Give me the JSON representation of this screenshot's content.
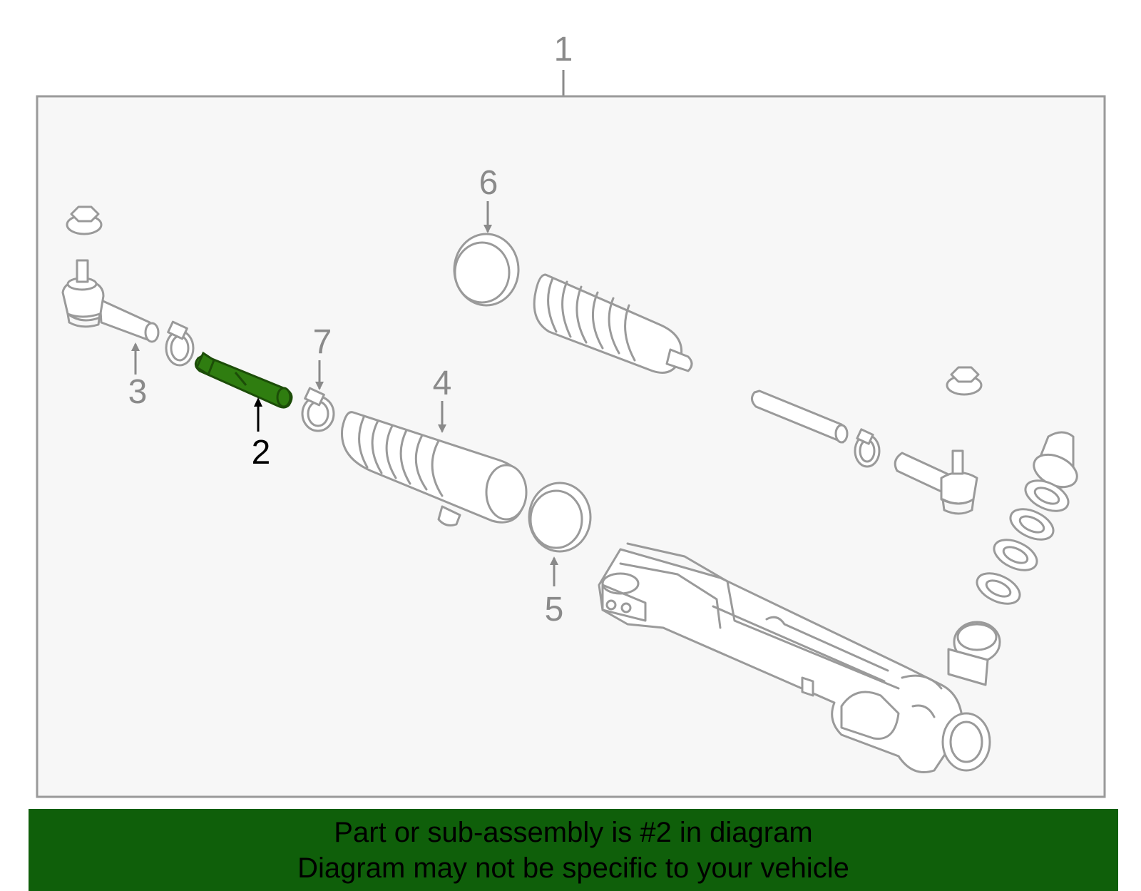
{
  "callouts": {
    "c1": "1",
    "c2": "2",
    "c3": "3",
    "c4": "4",
    "c5": "5",
    "c6": "6",
    "c7": "7"
  },
  "highlighted_part": "2",
  "colors": {
    "highlight": "#2f7d10",
    "banner": "#0f5f0a",
    "panel": "#f7f7f7",
    "line": "#9a9a9a"
  },
  "banner": {
    "line1": "Part or sub-assembly is #2 in diagram",
    "line2": "Diagram may not be specific to your vehicle"
  }
}
